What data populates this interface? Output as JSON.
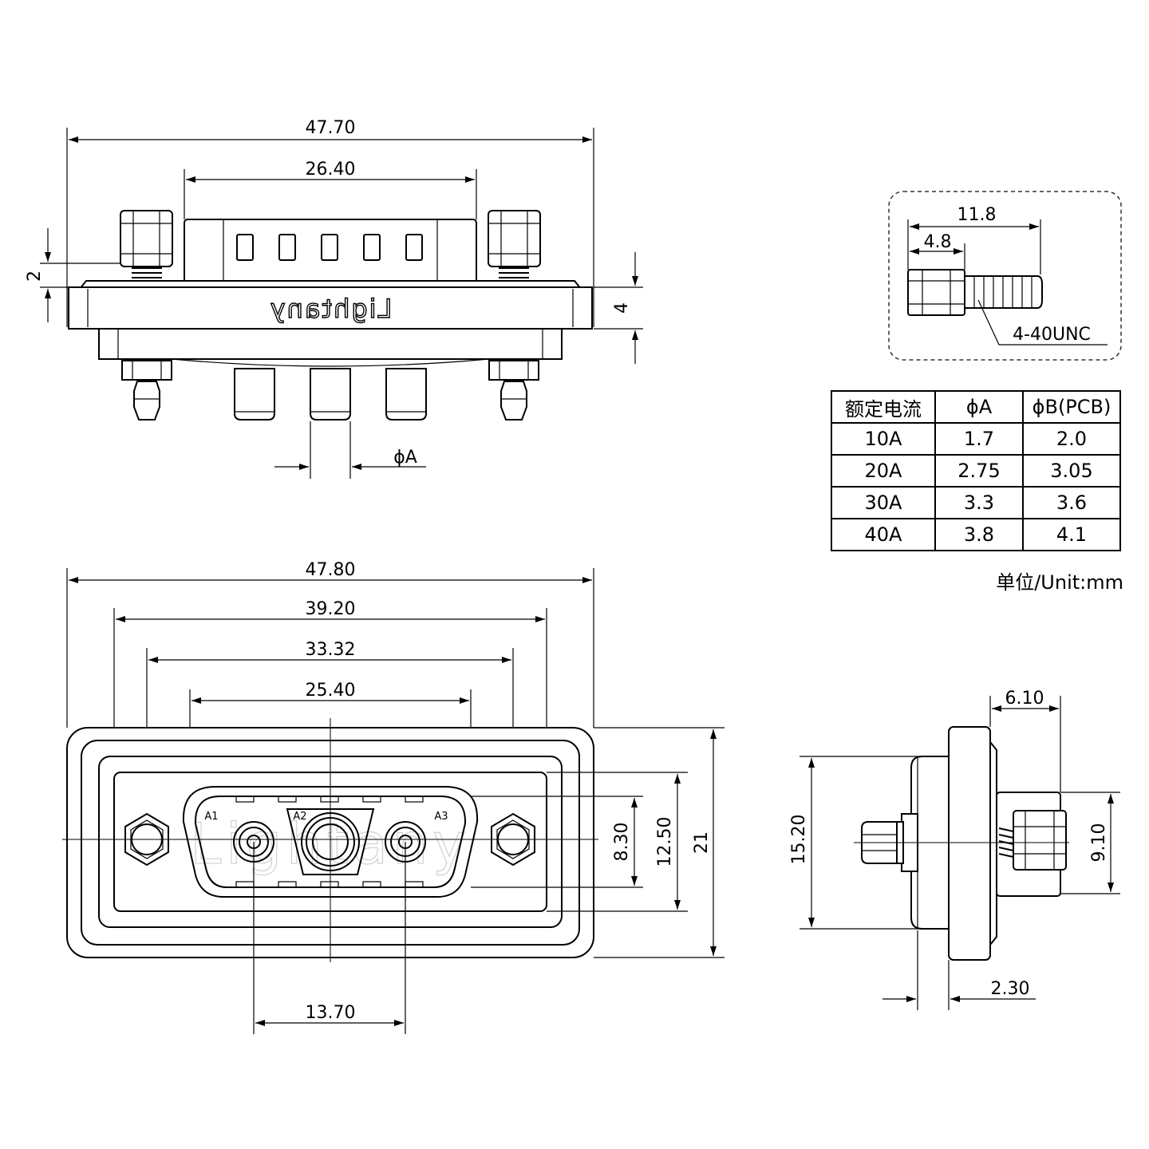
{
  "top_view": {
    "dim_overall_width": "47.70",
    "dim_shell_width": "26.40",
    "dim_flange_step": "2",
    "dim_flange_thickness": "4",
    "dim_pin_diameter": "ϕA",
    "brand_mirrored": "Lightany"
  },
  "screw_detail": {
    "dim_total_length": "11.8",
    "dim_head_length": "4.8",
    "thread_spec": "4-40UNC"
  },
  "spec_table": {
    "headers": [
      "额定电流",
      "ϕA",
      "ϕB(PCB)"
    ],
    "rows": [
      [
        "10A",
        "1.7",
        "2.0"
      ],
      [
        "20A",
        "2.75",
        "3.05"
      ],
      [
        "30A",
        "3.3",
        "3.6"
      ],
      [
        "40A",
        "3.8",
        "4.1"
      ]
    ],
    "unit_note": "单位/Unit:mm"
  },
  "front_view": {
    "dim_flange_width": "47.80",
    "dim_gasket_width": "39.20",
    "dim_mount_hole_pitch": "33.32",
    "dim_shell_width": "25.40",
    "dim_contact_pitch": "13.70",
    "dim_shell_height": "8.30",
    "dim_inner_height": "12.50",
    "dim_flange_height": "21",
    "contact_labels": [
      "A1",
      "A2",
      "A3"
    ],
    "watermark": "Lightany"
  },
  "side_view": {
    "dim_nut_depth": "6.10",
    "dim_body_height": "15.20",
    "dim_nut_height": "9.10",
    "dim_flange_thickness": "2.30"
  }
}
